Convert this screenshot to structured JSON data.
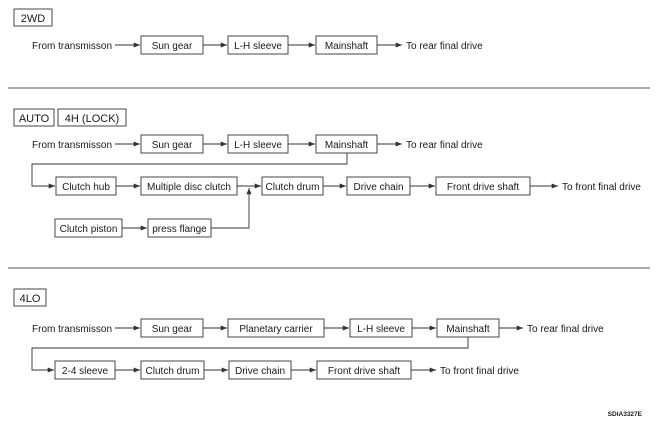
{
  "figure_code": "SDIA3327E",
  "sections": {
    "twowd": {
      "tags": [
        "2WD"
      ],
      "source": "From transmisson",
      "boxes": [
        "Sun gear",
        "L-H sleeve",
        "Mainshaft"
      ],
      "dest": "To rear final drive"
    },
    "auto": {
      "tags": [
        "AUTO",
        "4H (LOCK)"
      ],
      "source": "From transmisson",
      "boxes": [
        "Sun gear",
        "L-H sleeve",
        "Mainshaft"
      ],
      "dest": "To rear final drive",
      "row2_boxes": [
        "Clutch hub",
        "Multiple disc clutch",
        "Clutch drum",
        "Drive chain",
        "Front drive shaft"
      ],
      "row2_dest": "To front final drive",
      "row3_boxes": [
        "Clutch piston",
        "press flange"
      ]
    },
    "lo": {
      "tags": [
        "4LO"
      ],
      "source": "From transmisson",
      "boxes": [
        "Sun gear",
        "Planetary carrier",
        "L-H sleeve",
        "Mainshaft"
      ],
      "dest": "To rear final drive",
      "row2_boxes": [
        "2-4 sleeve",
        "Clutch drum",
        "Drive chain",
        "Front drive shaft"
      ],
      "row2_dest": "To front final drive"
    }
  }
}
